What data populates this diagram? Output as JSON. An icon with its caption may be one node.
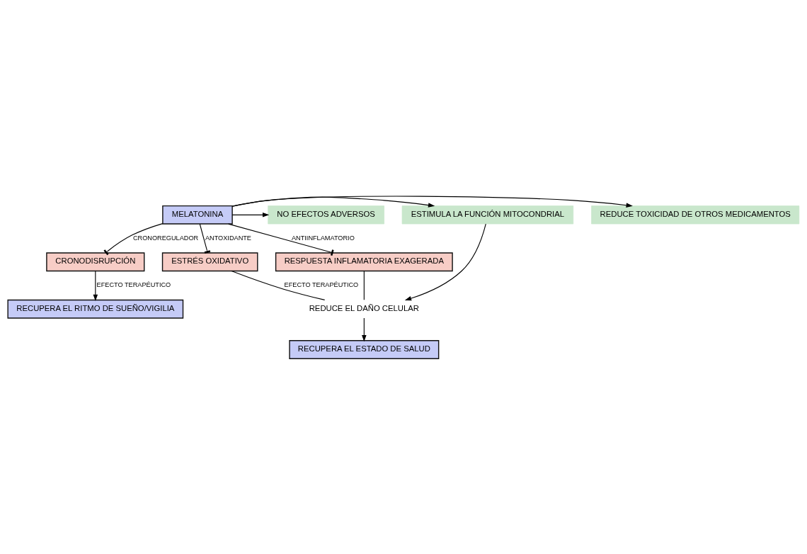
{
  "diagram": {
    "nodes": [
      {
        "text": [
          "RECUPERA EL RITMO DE SUEÑO/VIGILIA"
        ]
      },
      {
        "text": [
          "CRONODISRUPCIÓN"
        ]
      },
      {
        "text": [
          "REDUCE TOXICIDAD DE OTROS MEDICAMENTOS"
        ]
      },
      {
        "text": [
          "MELATONINA"
        ]
      },
      {
        "text": [
          "ESTIMULA LA FUNCIÓN MITOCONDRIAL"
        ]
      },
      {
        "text": [
          "NO EFECTOS ADVERSOS"
        ]
      },
      {
        "text": [
          "ESTRÉS OXIDATIVO"
        ]
      },
      {
        "text": [
          "RESPUESTA INFLAMATORIA EXAGERADA"
        ]
      },
      {
        "text": [
          "REDUCE EL DAÑO CELULAR"
        ]
      },
      {
        "text": [
          "RECUPERA EL ESTADO DE SALUD"
        ]
      }
    ],
    "edges": [
      {
        "from": 1,
        "to": 0,
        "arrow": "to",
        "label": "EFECTO TERAPÉUTICO"
      },
      {
        "from": 3,
        "to": 1,
        "arrow": "other",
        "label": "CRONOREGULADOR"
      },
      {
        "from": 3,
        "to": 2,
        "arrow": "to"
      },
      {
        "from": 3,
        "to": 5,
        "arrow": "to"
      },
      {
        "from": 3,
        "to": 4,
        "arrow": "to"
      },
      {
        "from": 3,
        "to": 6,
        "arrow": "other",
        "label": "ANTOXIDANTE"
      },
      {
        "from": 3,
        "to": 7,
        "arrow": "other",
        "label": "ANTIINFLAMATORIO"
      },
      {
        "from": 6,
        "to": 8,
        "arrow": "none",
        "label": "EFECTO TERAPÉUTICO"
      },
      {
        "from": 7,
        "to": 8,
        "arrow": "none"
      },
      {
        "from": 4,
        "to": 8,
        "arrow": "to"
      },
      {
        "from": 8,
        "to": 9,
        "arrow": "to"
      }
    ]
  }
}
